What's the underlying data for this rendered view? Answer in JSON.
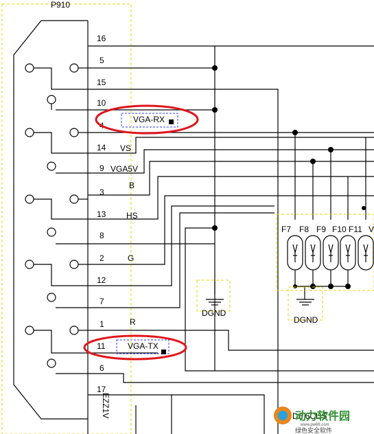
{
  "connector": {
    "ref": "P910",
    "pin_numbers": [
      "16",
      "5",
      "15",
      "10",
      "4",
      "14",
      "9",
      "3",
      "13",
      "8",
      "2",
      "12",
      "7",
      "1",
      "11",
      "6",
      "17"
    ],
    "signals": [
      "VS",
      "VGA5V",
      "B",
      "HS",
      "G",
      "R"
    ],
    "vertical_ref": "EZZ1V"
  },
  "nets": {
    "vga_rx": "VGA-RX",
    "vga_tx": "VGA-TX",
    "ground_left": "DGND",
    "ground_right": "DGND"
  },
  "filters": {
    "labels": [
      "F7",
      "F8",
      "F9",
      "F10",
      "F11",
      "V"
    ],
    "bottom_label": "D6 6CL 5"
  },
  "watermark": {
    "brand": "动力软件园",
    "url": "www.pw88.com",
    "tagline": "绿色安全软件"
  },
  "colors": {
    "highlight_ring": "#e0161c",
    "connector_outline": "#e8d400",
    "net_box": "#2a3cff",
    "watermark_brand": "#2f8f2f"
  }
}
